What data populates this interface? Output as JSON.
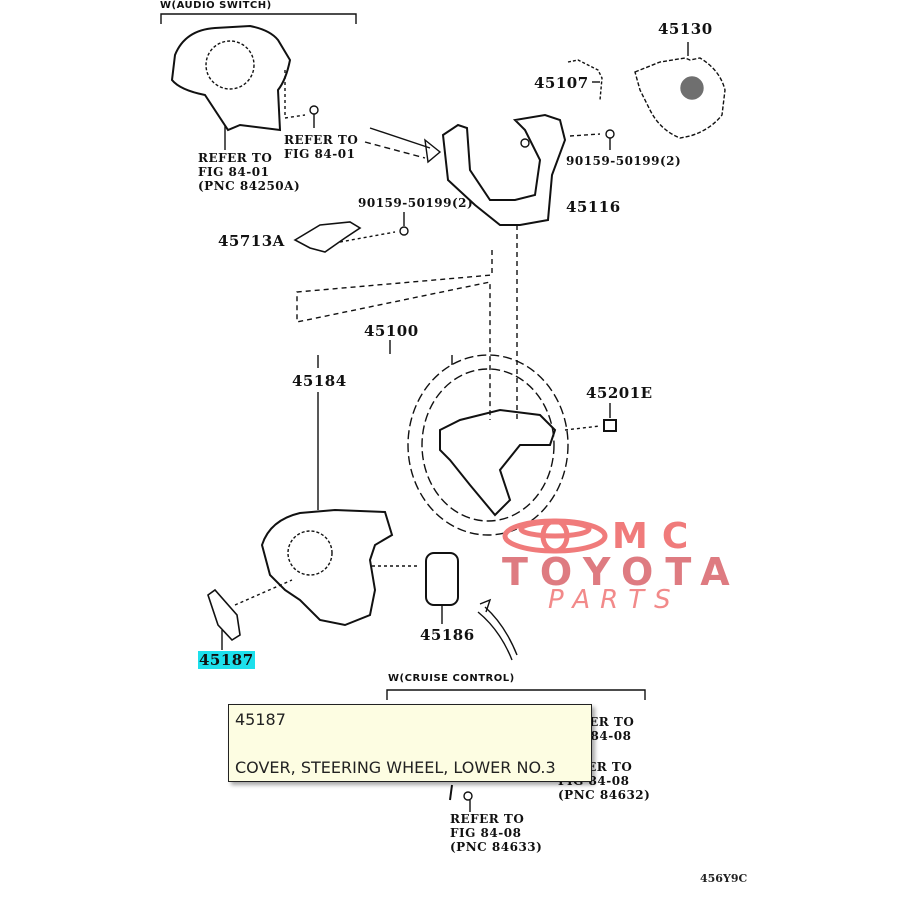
{
  "diagram": {
    "groups": {
      "audio_switch": "W(AUDIO SWITCH)",
      "cruise_control": "W(CRUISE CONTROL)"
    },
    "parts": [
      {
        "id": "p45130",
        "number": "45130"
      },
      {
        "id": "p45107",
        "number": "45107"
      },
      {
        "id": "p90159a",
        "number": "90159-50199(2)"
      },
      {
        "id": "p45116",
        "number": "45116"
      },
      {
        "id": "p90159b",
        "number": "90159-50199(2)"
      },
      {
        "id": "p45713a",
        "number": "45713A"
      },
      {
        "id": "p45100",
        "number": "45100"
      },
      {
        "id": "p45184",
        "number": "45184"
      },
      {
        "id": "p45201e",
        "number": "45201E"
      },
      {
        "id": "p45186",
        "number": "45186"
      },
      {
        "id": "p45187",
        "number": "45187",
        "highlighted": true
      }
    ],
    "refs": {
      "audio_left": [
        "REFER TO",
        "FIG 84-01",
        "(PNC 84250A)"
      ],
      "audio_right": [
        "REFER TO",
        "FIG 84-01"
      ],
      "cruise_right_top": [
        "REFER TO",
        "FIG 84-08"
      ],
      "cruise_right_mid": [
        "REFER TO",
        "FIG 84-08",
        "(PNC 84632)"
      ],
      "cruise_bottom": [
        "REFER TO",
        "FIG 84-08",
        "(PNC 84633)"
      ]
    },
    "figure_code": "456Y9C"
  },
  "tooltip": {
    "part_number": "45187",
    "description": "COVER, STEERING WHEEL, LOWER NO.3"
  },
  "watermark": {
    "line1": "MC",
    "line2": "TOYOTA",
    "line3": "PARTS",
    "colors": {
      "logo": "#f07b7b",
      "text": "#d9656c",
      "parts": "#f28a8a"
    }
  },
  "highlight_color": "#1de0ec"
}
